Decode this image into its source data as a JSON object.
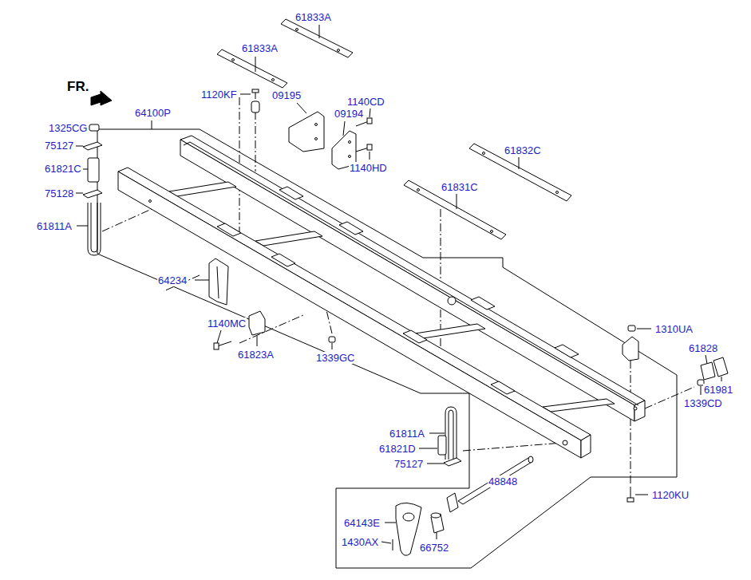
{
  "diagram": {
    "labels": [
      "61833A",
      "61833A",
      "FR.",
      "1120KF",
      "09195",
      "1140CD",
      "64100P",
      "09194",
      "1325CG",
      "75127",
      "61832C",
      "61821C",
      "1140HD",
      "61831C",
      "75128",
      "61811A",
      "64234",
      "1140MC",
      "1310UA",
      "61828",
      "61823A",
      "1339GC",
      "61981",
      "1339CD",
      "61811A",
      "61821D",
      "75127",
      "48848",
      "1120KU",
      "64143E",
      "1430AX",
      "66752"
    ]
  }
}
